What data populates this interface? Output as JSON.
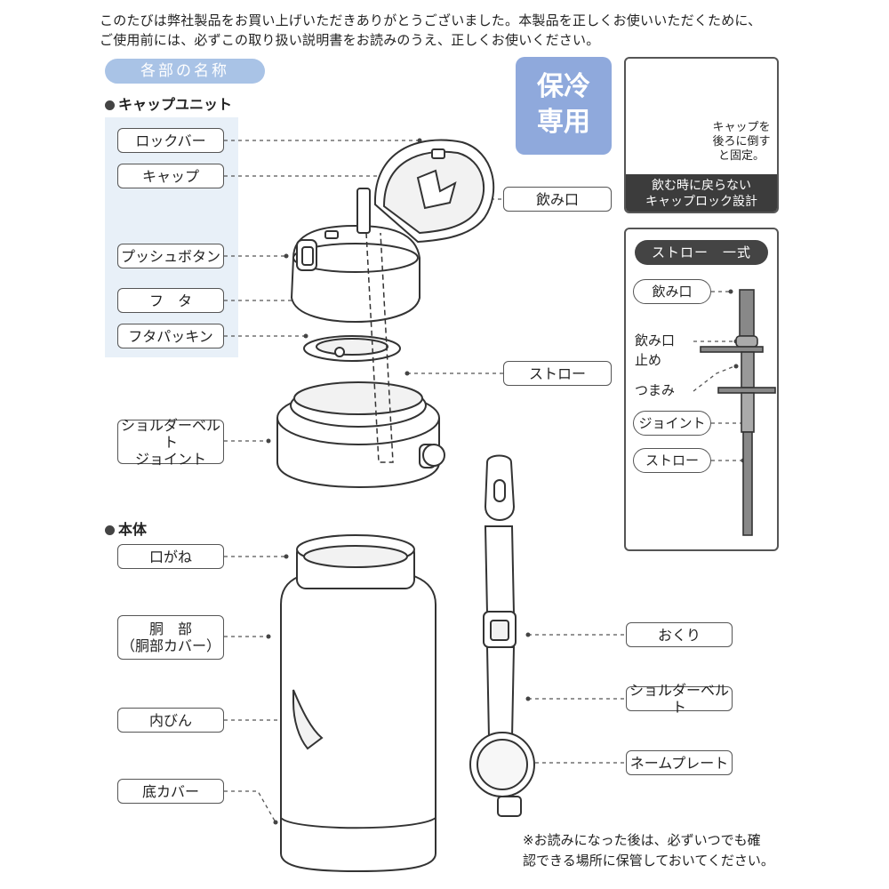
{
  "intro": {
    "line1": "このたびは弊社製品をお買い上げいただきありがとうございました。本製品を正しくお使いいただくために、",
    "line2": "ご使用前には、必ずこの取り扱い説明書をお読みのうえ、正しくお使いください。"
  },
  "section_title": "各部の名称",
  "cap_unit": {
    "heading": "キャップユニット",
    "labels": {
      "lock_bar": "ロックバー",
      "cap": "キャップ",
      "push_button": "プッシュボタン",
      "lid": "フ　タ",
      "lid_packing": "フタパッキン",
      "shoulder_joint_1": "ショルダーベルト",
      "shoulder_joint_2": "ジョイント",
      "mouthpiece": "飲み口",
      "straw": "ストロー"
    }
  },
  "body": {
    "heading": "本体",
    "labels": {
      "mouth_ring": "口がね",
      "trunk_1": "胴　部",
      "trunk_2": "（胴部カバー）",
      "inner_bottle": "内びん",
      "bottom_cover": "底カバー"
    }
  },
  "belt": {
    "labels": {
      "buckle": "おくり",
      "shoulder_belt": "ショルダーベルト",
      "name_plate": "ネームプレート"
    }
  },
  "cold_badge": {
    "line1": "保冷",
    "line2": "専用"
  },
  "cap_lock": {
    "caption_1": "キャップを",
    "caption_2": "後ろに倒す",
    "caption_3": "と固定。",
    "banner_1": "飲む時に戻らない",
    "banner_2": "キャップロック設計"
  },
  "straw_set": {
    "title": "ストロー　一式",
    "mouthpiece": "飲み口",
    "stopper_1": "飲み口",
    "stopper_2": "止め",
    "knob": "つまみ",
    "joint": "ジョイント",
    "straw": "ストロー"
  },
  "footer_note": {
    "line1": "※お読みになった後は、必ずいつでも確",
    "line2": "認できる場所に保管しておいてください。"
  },
  "colors": {
    "accent_blue": "#a9c3e6",
    "badge_blue": "#8fa9dc",
    "dark_panel": "#3c3c3c",
    "line": "#555555"
  }
}
